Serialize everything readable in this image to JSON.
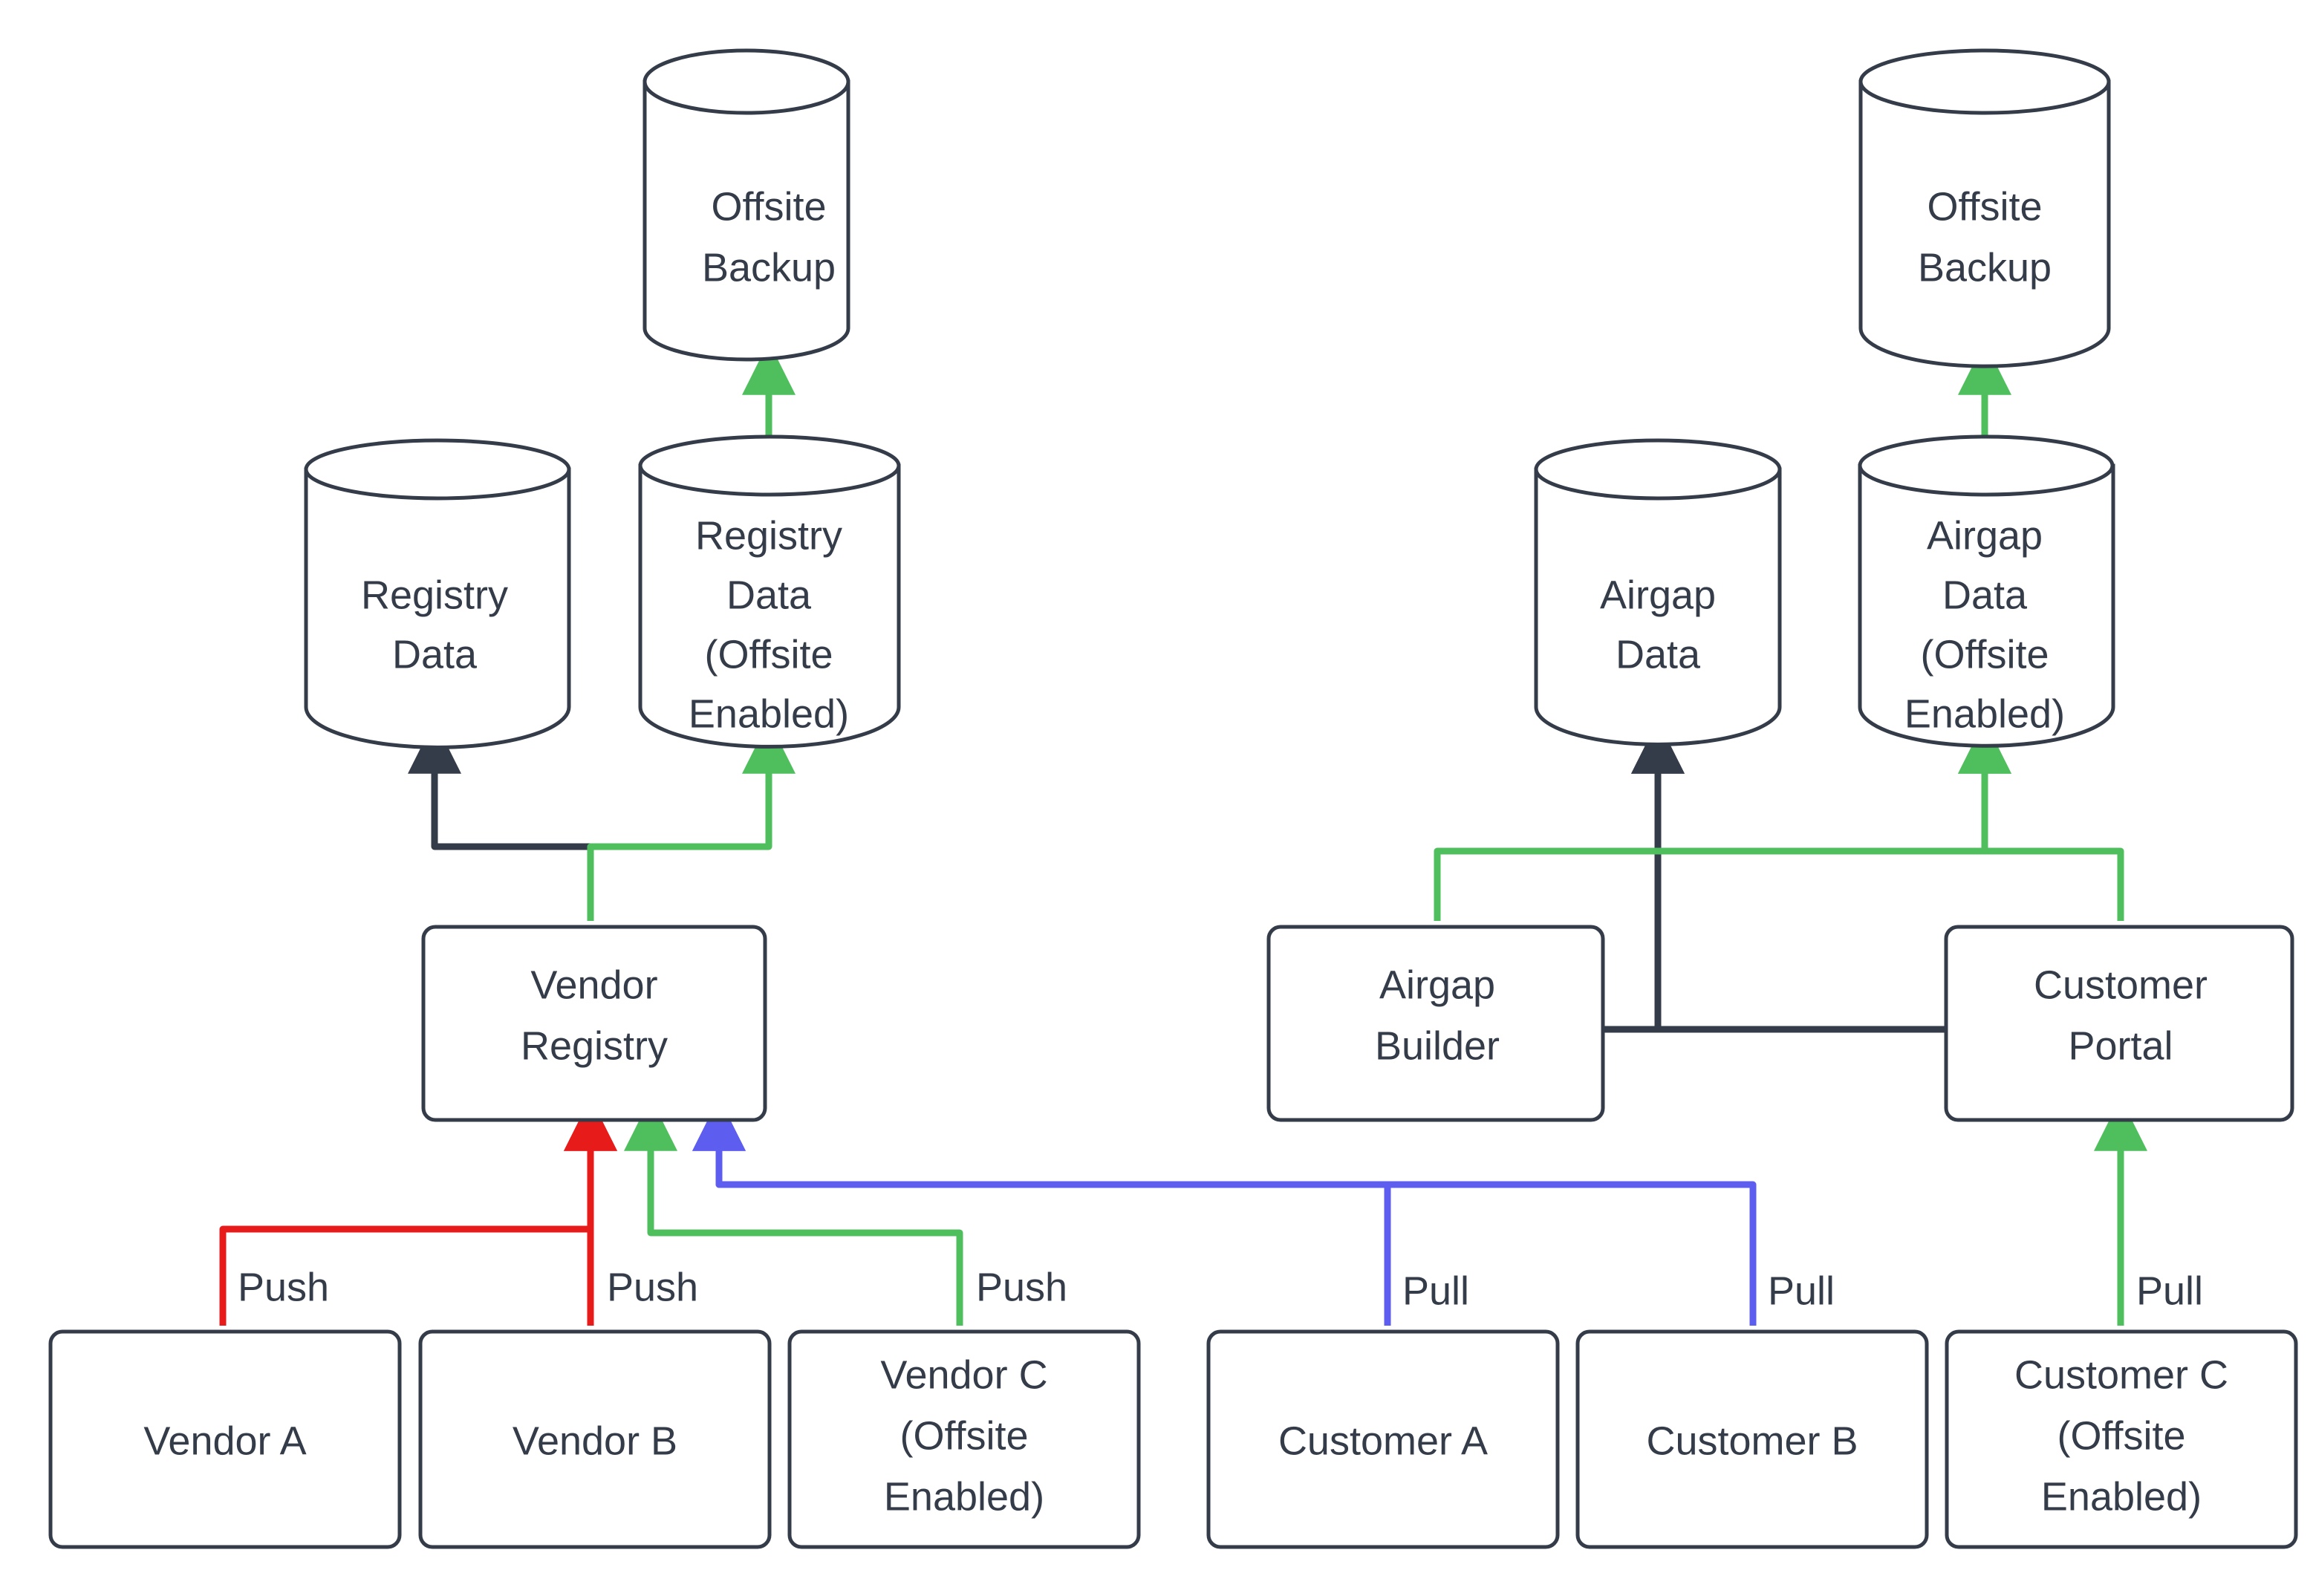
{
  "diagram": {
    "type": "flowchart",
    "orientation": "bottom-to-top",
    "background": "#ffffff",
    "colors": {
      "node_stroke": "#343c49",
      "node_fill": "#ffffff",
      "text": "#343c49",
      "edge_default": "#343c49",
      "edge_push_red": "#e81b1b",
      "edge_offsite_green": "#4fbf5e",
      "edge_pull_blue": "#5d5def"
    },
    "clusters": [
      {
        "id": "vendor-side",
        "label": ""
      },
      {
        "id": "customer-side",
        "label": ""
      }
    ],
    "nodes": [
      {
        "id": "offsite-backup-left",
        "shape": "cylinder",
        "lines": [
          "Offsite",
          "Backup"
        ]
      },
      {
        "id": "registry-data",
        "shape": "cylinder",
        "lines": [
          "Registry",
          "Data"
        ]
      },
      {
        "id": "registry-data-offsite",
        "shape": "cylinder",
        "lines": [
          "Registry",
          "Data",
          "(Offsite",
          "Enabled)"
        ]
      },
      {
        "id": "vendor-registry",
        "shape": "box",
        "lines": [
          "Vendor",
          "Registry"
        ]
      },
      {
        "id": "vendor-a",
        "shape": "box",
        "lines": [
          "Vendor A"
        ]
      },
      {
        "id": "vendor-b",
        "shape": "box",
        "lines": [
          "Vendor B"
        ]
      },
      {
        "id": "vendor-c",
        "shape": "box",
        "lines": [
          "Vendor C",
          "(Offsite",
          "Enabled)"
        ]
      },
      {
        "id": "offsite-backup-right",
        "shape": "cylinder",
        "lines": [
          "Offsite",
          "Backup"
        ]
      },
      {
        "id": "airgap-data",
        "shape": "cylinder",
        "lines": [
          "Airgap",
          "Data"
        ]
      },
      {
        "id": "airgap-data-offsite",
        "shape": "cylinder",
        "lines": [
          "Airgap",
          "Data",
          "(Offsite",
          "Enabled)"
        ]
      },
      {
        "id": "airgap-builder",
        "shape": "box",
        "lines": [
          "Airgap",
          "Builder"
        ]
      },
      {
        "id": "customer-portal",
        "shape": "box",
        "lines": [
          "Customer",
          "Portal"
        ]
      },
      {
        "id": "customer-a",
        "shape": "box",
        "lines": [
          "Customer A"
        ]
      },
      {
        "id": "customer-b",
        "shape": "box",
        "lines": [
          "Customer B"
        ]
      },
      {
        "id": "customer-c",
        "shape": "box",
        "lines": [
          "Customer C",
          "(Offsite",
          "Enabled)"
        ]
      }
    ],
    "edges": [
      {
        "id": "e-va-vr",
        "from": "vendor-a",
        "to": "vendor-registry",
        "label": "Push",
        "color": "#e81b1b"
      },
      {
        "id": "e-vb-vr",
        "from": "vendor-b",
        "to": "vendor-registry",
        "label": "Push",
        "color": "#e81b1b"
      },
      {
        "id": "e-vc-vr",
        "from": "vendor-c",
        "to": "vendor-registry",
        "label": "Push",
        "color": "#4fbf5e"
      },
      {
        "id": "e-vr-rd",
        "from": "vendor-registry",
        "to": "registry-data",
        "label": "",
        "color": "#343c49"
      },
      {
        "id": "e-vr-rdo",
        "from": "vendor-registry",
        "to": "registry-data-offsite",
        "label": "",
        "color": "#4fbf5e"
      },
      {
        "id": "e-rdo-ob",
        "from": "registry-data-offsite",
        "to": "offsite-backup-left",
        "label": "",
        "color": "#4fbf5e"
      },
      {
        "id": "e-ca-vr",
        "from": "customer-a",
        "to": "vendor-registry",
        "label": "Pull",
        "color": "#5d5def"
      },
      {
        "id": "e-cb-vr",
        "from": "customer-b",
        "to": "vendor-registry",
        "label": "Pull",
        "color": "#5d5def"
      },
      {
        "id": "e-cc-cp",
        "from": "customer-c",
        "to": "customer-portal",
        "label": "Pull",
        "color": "#4fbf5e"
      },
      {
        "id": "e-ab-ad",
        "from": "airgap-builder",
        "to": "airgap-data",
        "label": "",
        "color": "#343c49"
      },
      {
        "id": "e-cp-ad",
        "from": "customer-portal",
        "to": "airgap-data",
        "label": "",
        "color": "#343c49"
      },
      {
        "id": "e-ab-ado",
        "from": "airgap-builder",
        "to": "airgap-data-offsite",
        "label": "",
        "color": "#4fbf5e"
      },
      {
        "id": "e-cp-ado",
        "from": "customer-portal",
        "to": "airgap-data-offsite",
        "label": "",
        "color": "#4fbf5e"
      },
      {
        "id": "e-ado-ob",
        "from": "airgap-data-offsite",
        "to": "offsite-backup-right",
        "label": "",
        "color": "#4fbf5e"
      }
    ],
    "edge_labels": {
      "push_1": "Push",
      "push_2": "Push",
      "push_3": "Push",
      "pull_1": "Pull",
      "pull_2": "Pull",
      "pull_3": "Pull"
    },
    "text": {
      "offsite_backup_l1": "Offsite",
      "offsite_backup_l2": "Backup",
      "registry_data_l1": "Registry",
      "registry_data_l2": "Data",
      "registry_offsite_l1": "Registry",
      "registry_offsite_l2": "Data",
      "registry_offsite_l3": "(Offsite",
      "registry_offsite_l4": "Enabled)",
      "vendor_registry_l1": "Vendor",
      "vendor_registry_l2": "Registry",
      "vendor_a": "Vendor A",
      "vendor_b": "Vendor B",
      "vendor_c_l1": "Vendor C",
      "vendor_c_l2": "(Offsite",
      "vendor_c_l3": "Enabled)",
      "airgap_data_l1": "Airgap",
      "airgap_data_l2": "Data",
      "airgap_offsite_l1": "Airgap",
      "airgap_offsite_l2": "Data",
      "airgap_offsite_l3": "(Offsite",
      "airgap_offsite_l4": "Enabled)",
      "airgap_builder_l1": "Airgap",
      "airgap_builder_l2": "Builder",
      "customer_portal_l1": "Customer",
      "customer_portal_l2": "Portal",
      "customer_a": "Customer A",
      "customer_b": "Customer B",
      "customer_c_l1": "Customer C",
      "customer_c_l2": "(Offsite",
      "customer_c_l3": "Enabled)"
    }
  }
}
